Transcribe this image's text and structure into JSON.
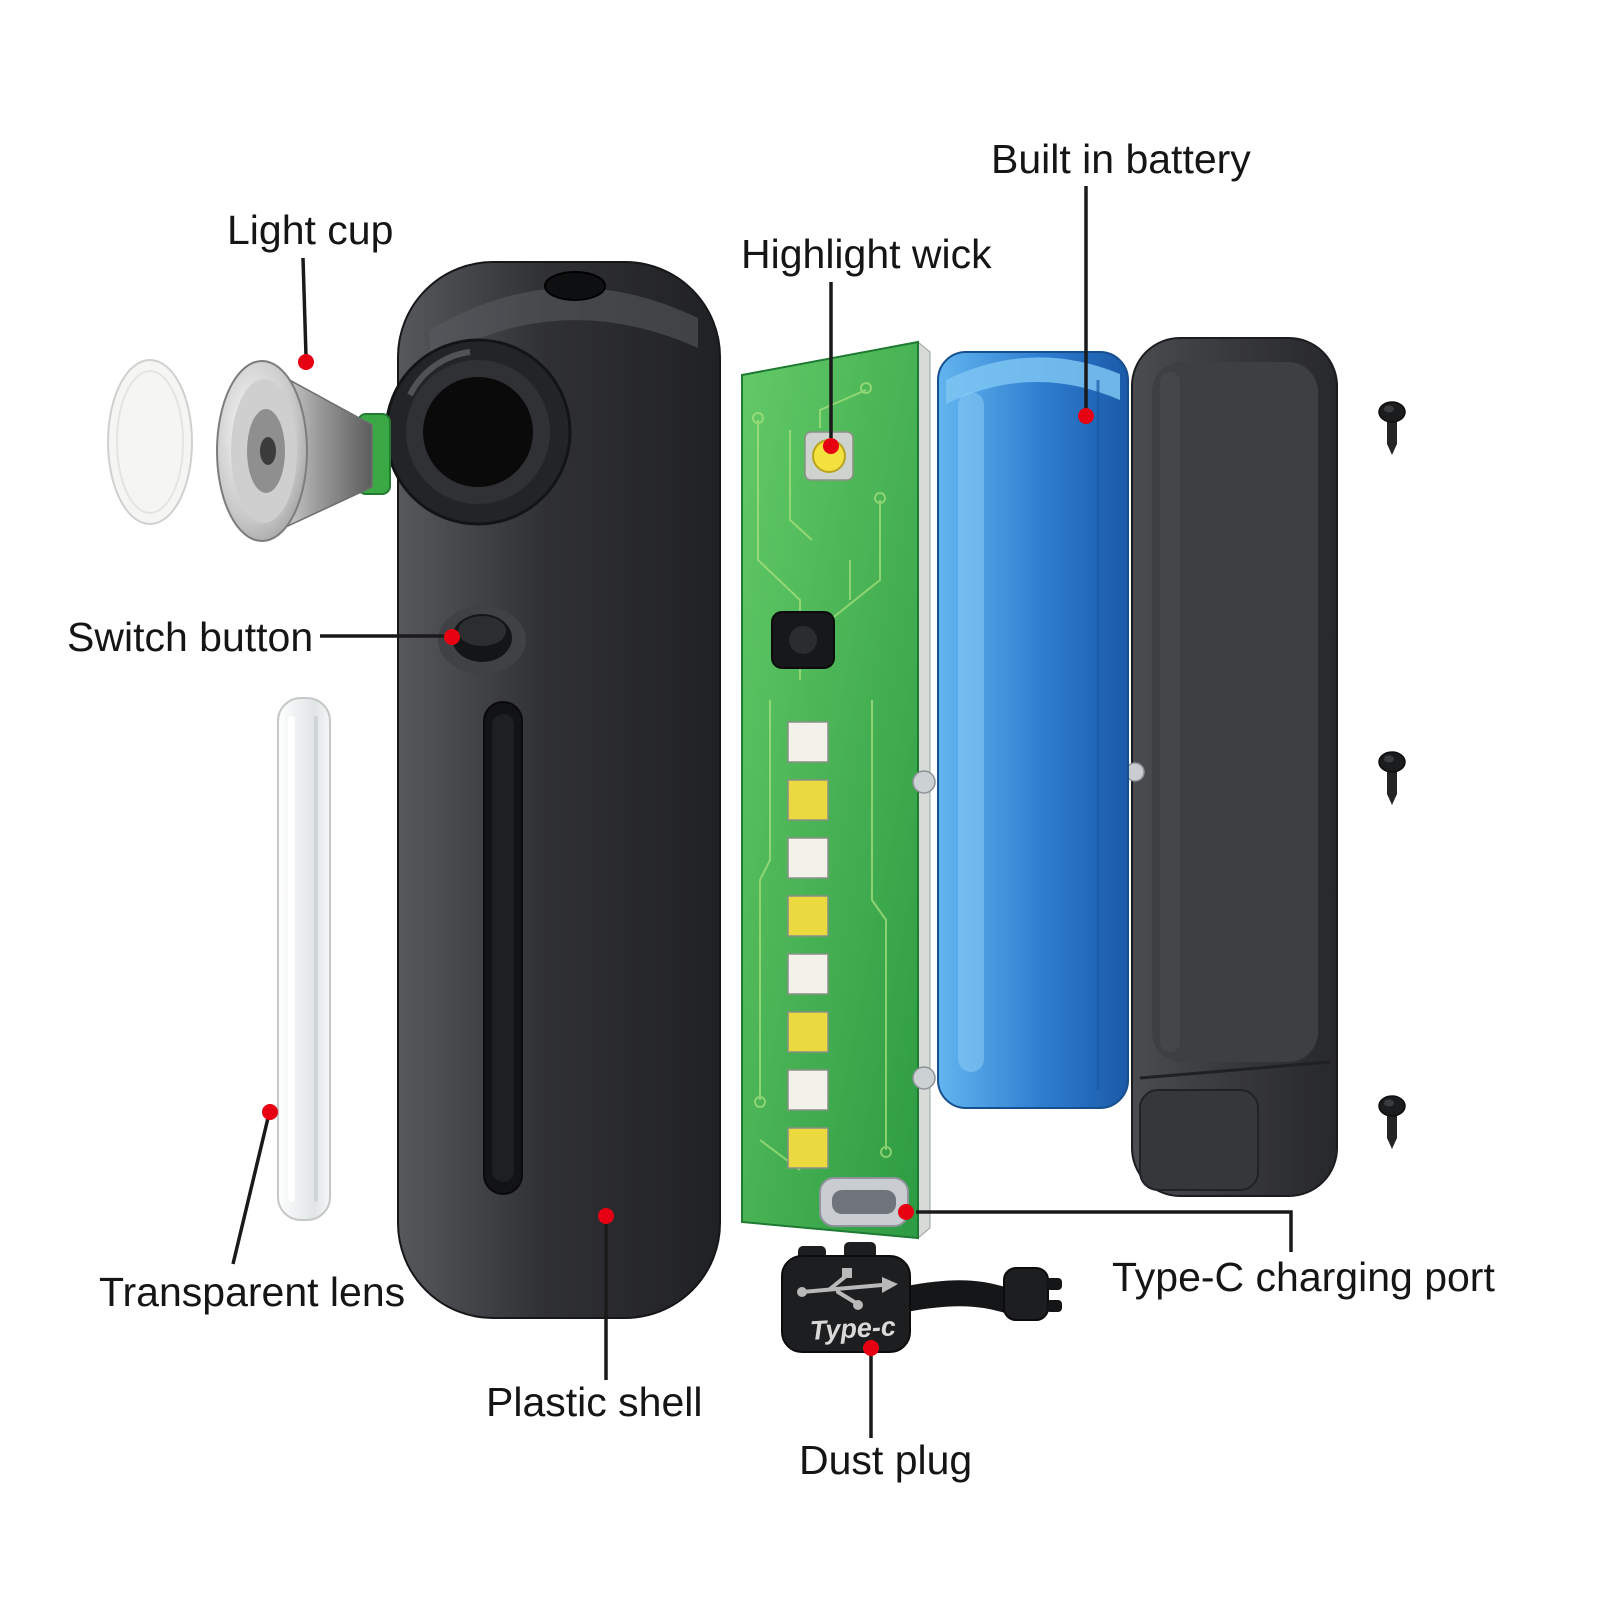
{
  "diagram": {
    "type": "exploded-view",
    "subject": "keychain flashlight components"
  },
  "labels": {
    "light_cup": "Light cup",
    "built_in_battery": "Built in battery",
    "highlight_wick": "Highlight wick",
    "switch_button": "Switch button",
    "transparent_lens": "Transparent lens",
    "plastic_shell": "Plastic shell",
    "dust_plug": "Dust plug",
    "type_c_charging_port": "Type-C charging port",
    "plug_marking": "Type-c"
  },
  "colors": {
    "callout_dot": "#e60012",
    "callout_line": "#1a1a1a",
    "label_text": "#151515",
    "pcb_green": "#3fae4c",
    "battery_blue": "#2f7fd1",
    "shell_gray": "#2f3134",
    "background": "#ffffff"
  }
}
